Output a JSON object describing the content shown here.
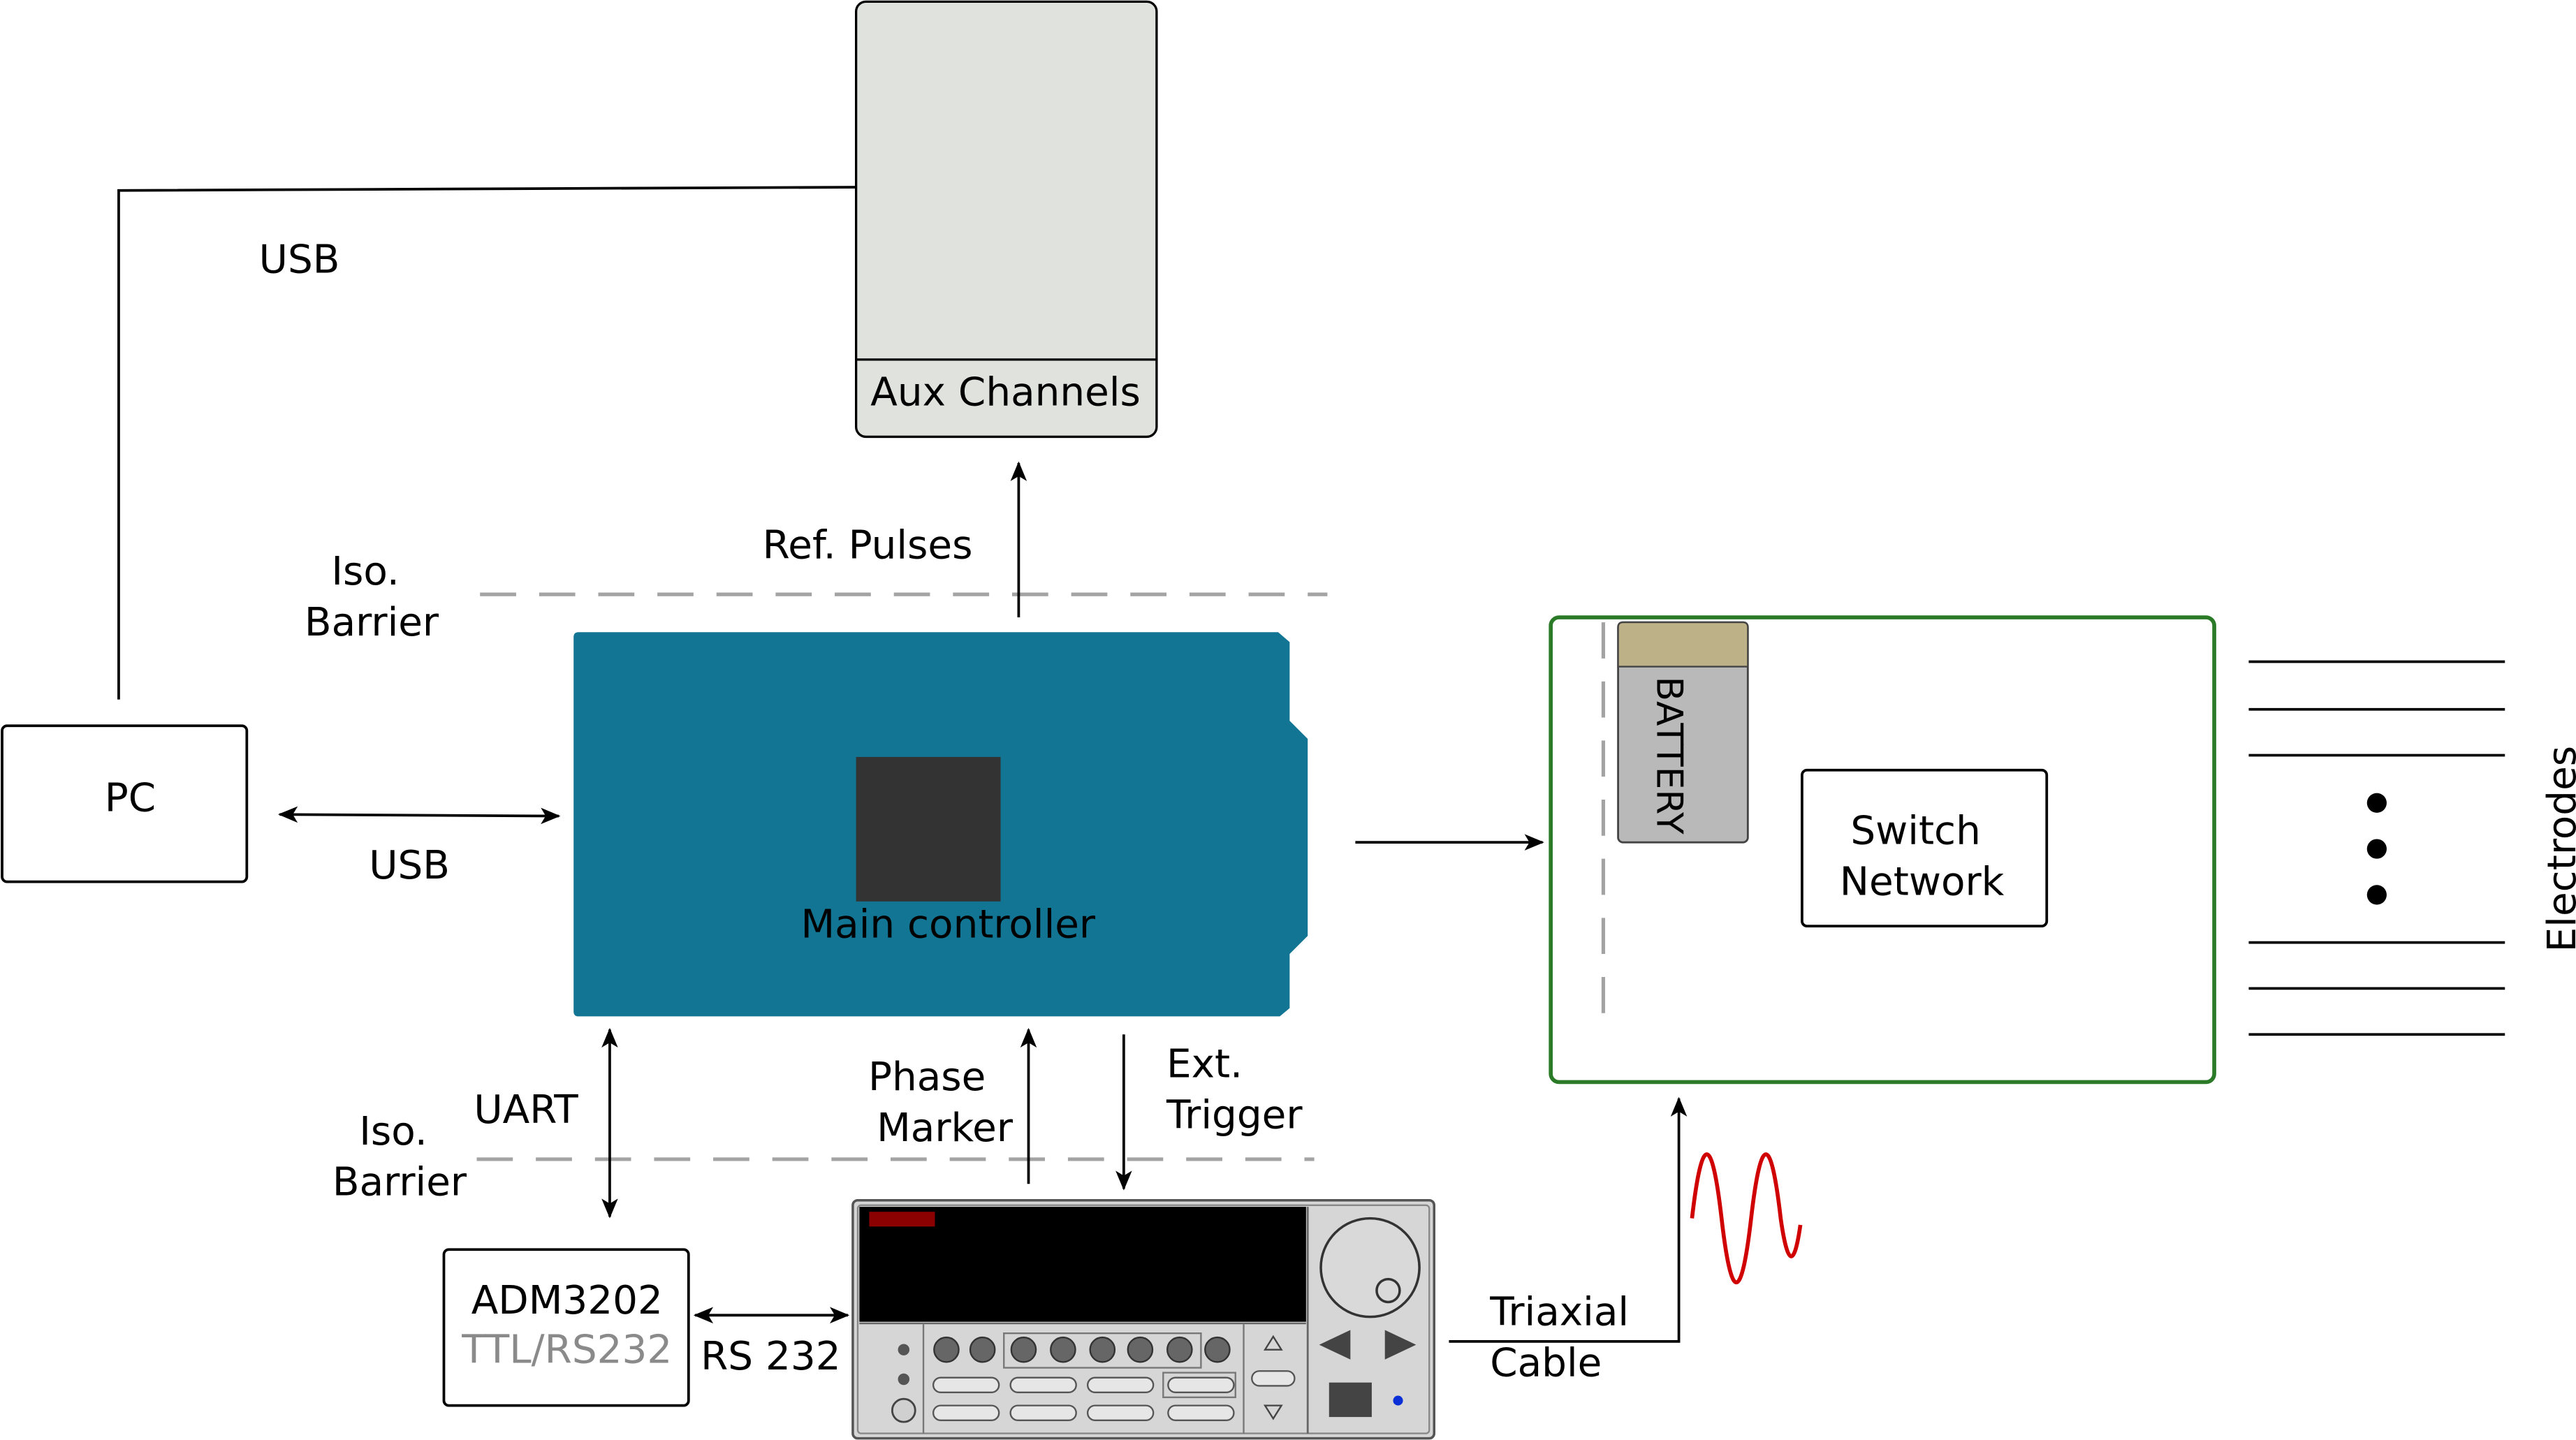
{
  "nodes": {
    "pc": {
      "label": "PC"
    },
    "aux_channels": {
      "label": "Aux Channels"
    },
    "main_controller": {
      "label": "Main controller"
    },
    "adm3202": {
      "label": "ADM3202",
      "sublabel": "TTL/RS232"
    },
    "battery": {
      "label": "BATTERY"
    },
    "switch_network": {
      "label_line1": "Switch",
      "label_line2": "Network"
    },
    "electrodes": {
      "label": "Electrodes"
    }
  },
  "connections": {
    "usb_top": "USB",
    "usb_pc": "USB",
    "ref_pulses": "Ref. Pulses",
    "uart": "UART",
    "phase_marker_line1": "Phase",
    "phase_marker_line2": "Marker",
    "ext_trigger_line1": "Ext.",
    "ext_trigger_line2": "Trigger",
    "rs232": "RS 232",
    "triaxial_line1": "Triaxial",
    "triaxial_line2": "Cable"
  },
  "barriers": {
    "top_line1": "Iso.",
    "top_line2": "Barrier",
    "bottom_line1": "Iso.",
    "bottom_line2": "Barrier"
  },
  "colors": {
    "controller": "#127593",
    "chip": "#333333",
    "aux_box": "#e0e2de",
    "switch_board_border": "#2b7a27",
    "battery_body": "#b9b9b9",
    "battery_cap": "#bdb287",
    "barrier_dash": "#a3a3a3",
    "signal_wave": "#d00000",
    "sublabel": "#8a8a8a"
  }
}
